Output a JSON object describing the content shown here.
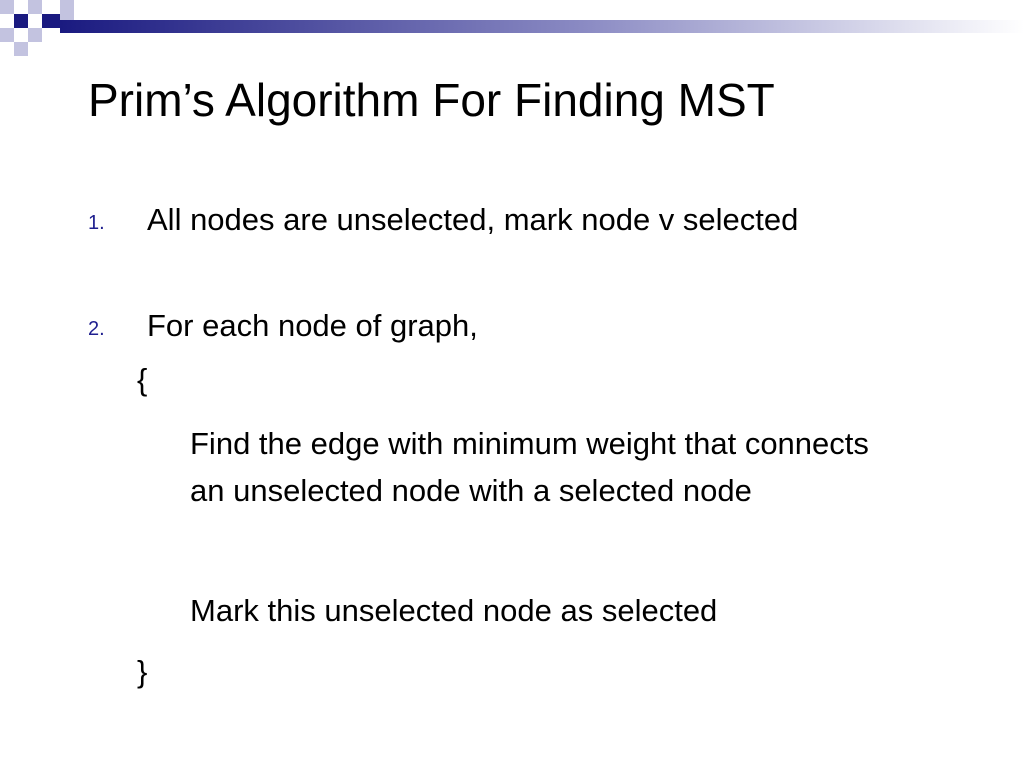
{
  "slide": {
    "title": "Prim’s Algorithm For Finding MST",
    "items": [
      {
        "number": "1.",
        "text": "All nodes are unselected, mark node v selected"
      },
      {
        "number": "2.",
        "text": "For each node of graph,"
      }
    ],
    "open_brace": "{",
    "loop_body": [
      "Find the edge with minimum weight that connects an unselected node with a selected node",
      "Mark this unselected node as selected"
    ],
    "close_brace": "}"
  },
  "colors": {
    "accent_dark": "#1a1a80",
    "accent_light": "#b8b8dc",
    "bullet_number": "#1f1f8f"
  }
}
